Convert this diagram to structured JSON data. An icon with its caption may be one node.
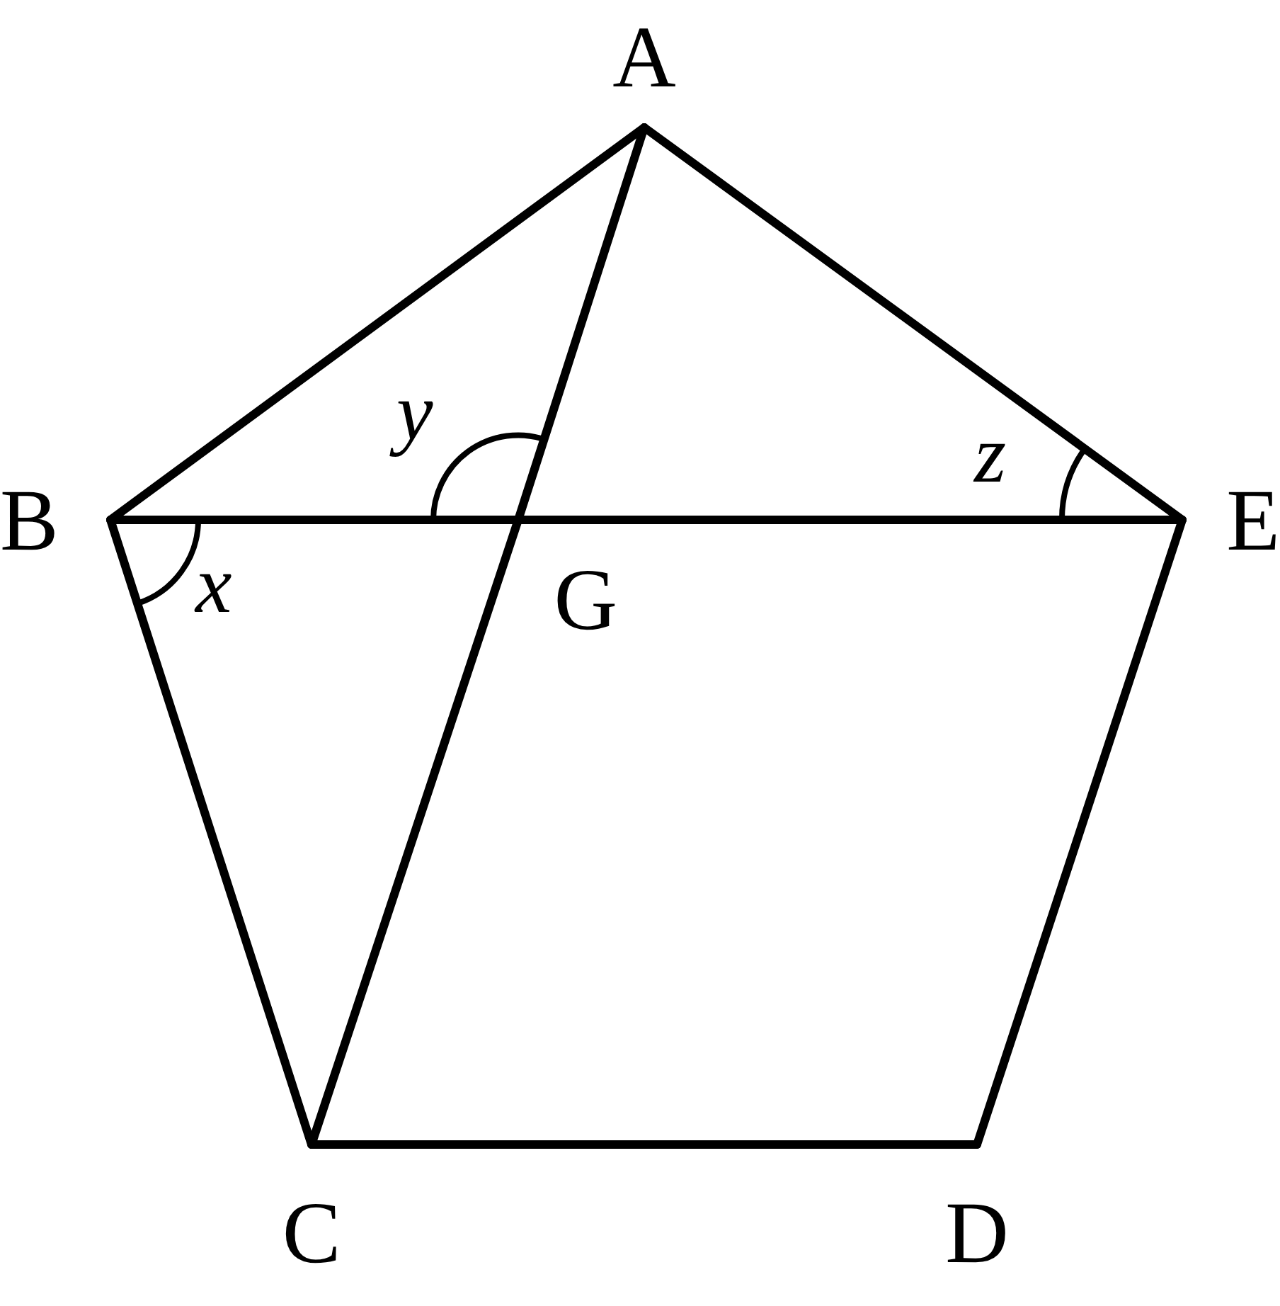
{
  "diagram": {
    "nodes": [
      {
        "text": [
          "A"
        ]
      },
      {
        "text": [
          "B"
        ]
      },
      {
        "text": [
          "G"
        ]
      },
      {
        "text": [
          "E"
        ]
      },
      {
        "text": [
          "C"
        ]
      },
      {
        "text": [
          "D"
        ]
      }
    ],
    "edges": [
      {
        "from": 0,
        "to": 1,
        "arrow": "none"
      },
      {
        "from": 0,
        "to": 3,
        "arrow": "none"
      },
      {
        "from": 1,
        "to": 2,
        "arrow": "none"
      },
      {
        "from": 2,
        "to": 3,
        "arrow": "none"
      },
      {
        "from": 0,
        "to": 2,
        "arrow": "none"
      },
      {
        "from": 2,
        "to": 4,
        "arrow": "none"
      },
      {
        "from": 1,
        "to": 4,
        "arrow": "none"
      },
      {
        "from": 4,
        "to": 5,
        "arrow": "none"
      },
      {
        "from": 5,
        "to": 3,
        "arrow": "none"
      }
    ],
    "labels": [
      "y",
      "z",
      "x"
    ]
  }
}
